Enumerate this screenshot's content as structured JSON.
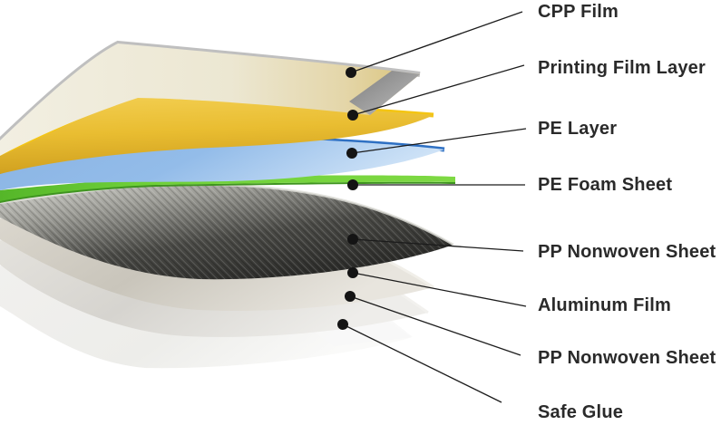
{
  "background": "#ffffff",
  "anno": {
    "dot_color": "#141414",
    "line_color": "#1c1c1c",
    "label_color": "#2a2a2a"
  },
  "layers": [
    {
      "label": "CPP Film",
      "color": "#eeeadb"
    },
    {
      "label": "Printing Film Layer",
      "color": "#e9bd31"
    },
    {
      "label": "PE Layer",
      "color": "#8ab4e4"
    },
    {
      "label": "PE Foam Sheet",
      "color": "#66cc33"
    },
    {
      "label": "PP Nonwoven Sheet",
      "color": "#3c3c38"
    },
    {
      "label": "Aluminum Film",
      "color": "#ccc8bf"
    },
    {
      "label": "PP Nonwoven Sheet",
      "color": "#dad8d3"
    },
    {
      "label": "Safe Glue",
      "color": "#f3f2f0"
    }
  ]
}
